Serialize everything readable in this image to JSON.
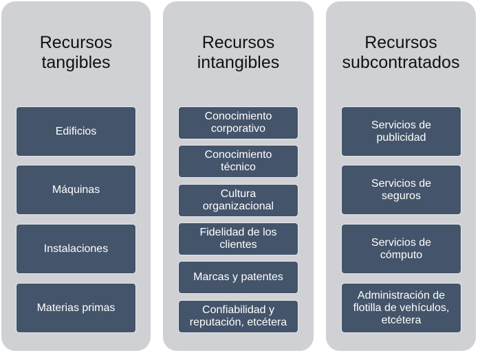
{
  "columns": [
    {
      "title": "Recursos\ntangibles",
      "items": [
        "Edificios",
        "Máquinas",
        "Instalaciones",
        "Materias primas"
      ]
    },
    {
      "title": "Recursos\nintangibles",
      "items": [
        "Conocimiento\ncorporativo",
        "Conocimiento\ntécnico",
        "Cultura\norganizacional",
        "Fidelidad de los\nclientes",
        "Marcas y patentes",
        "Confiabilidad y\nreputación, etcétera"
      ]
    },
    {
      "title": "Recursos\nsubcontratados",
      "items": [
        "Servicios de\npublicidad",
        "Servicios de\nseguros",
        "Servicios de\ncómputo",
        "Administración de\nflotilla de vehículos,\netcétera"
      ]
    }
  ],
  "colors": {
    "panel": "#d0d1d4",
    "box": "#44546a",
    "box_text": "#ffffff"
  }
}
